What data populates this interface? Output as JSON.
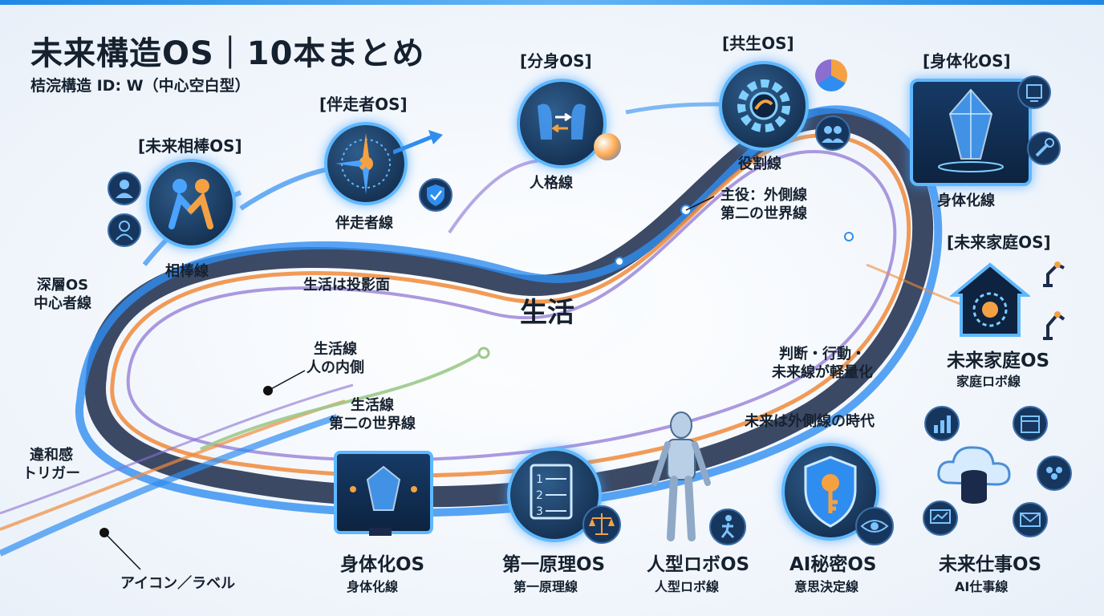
{
  "title": "未来構造OS｜10本まとめ",
  "subtitle": "桔浣構造 ID: W（中心空白型）",
  "center": "生活",
  "nodes": {
    "mirai_aibou": {
      "category": "[未来相棒OS]",
      "caption": "相棒線"
    },
    "bansousha": {
      "category": "[伴走者OS]",
      "caption": "伴走者線"
    },
    "bunshin": {
      "category": "[分身OS]",
      "caption": "人格線"
    },
    "kyousei": {
      "category": "[共生OS]",
      "caption": "役割線"
    },
    "shintaika_top": {
      "category": "[身体化OS]",
      "caption": "身体化線"
    },
    "mirai_katei": {
      "category": "[未来家庭OS]",
      "name": "未来家庭OS",
      "caption": "家庭ロボ線"
    },
    "shintaika_bottom": {
      "name": "身体化OS",
      "caption": "身体化線"
    },
    "daiichi_genri": {
      "name": "第一原理OS",
      "caption": "第一原理線"
    },
    "jinkei_robo": {
      "name": "人型ロボOS",
      "caption": "人型ロボ線"
    },
    "ai_himitsu": {
      "name": "AI秘密OS",
      "caption": "意思決定線"
    },
    "mirai_shigoto": {
      "name": "未来仕事OS",
      "caption": "AI仕事線"
    }
  },
  "annotations": {
    "shinsou": "深層OS\n中心者線",
    "iwakan": "違和感\nトリガー",
    "icon_label": "アイコン／ラベル",
    "seikatsu_tooei": "生活は投影面",
    "seikatsu_uchigawa": "生活線\n人の内側",
    "seikatsu_daini": "生活線\n第二の世界線",
    "shuyaku": "主役：外側線\n第二の世界線",
    "handan": "判断・行動・\n未来線が軽量化",
    "mirai_sotogawa": "未来は外側線の時代"
  },
  "colors": {
    "line_blue": "#2f8df0",
    "line_navy": "#1b2a4a",
    "line_orange": "#f08a3a",
    "line_purple": "#8a6fd1",
    "line_green": "#9cc98a",
    "icon_bg": "#0d2340",
    "icon_glow": "#5eb8ff",
    "accent_orange": "#f5a142"
  },
  "icons": [
    "handshake-icon",
    "compass-icon",
    "heads-exchange-icon",
    "gear-icon",
    "crystal-monitor-icon",
    "house-icon",
    "monitor-crystal-icon",
    "document-scale-icon",
    "humanoid-robot-icon",
    "shield-key-icon",
    "cloud-database-icon",
    "user-icon",
    "shield-check-icon",
    "robot-arm-icon",
    "chart-icon",
    "calendar-icon",
    "group-icon",
    "mail-icon",
    "eye-icon",
    "walking-icon"
  ]
}
